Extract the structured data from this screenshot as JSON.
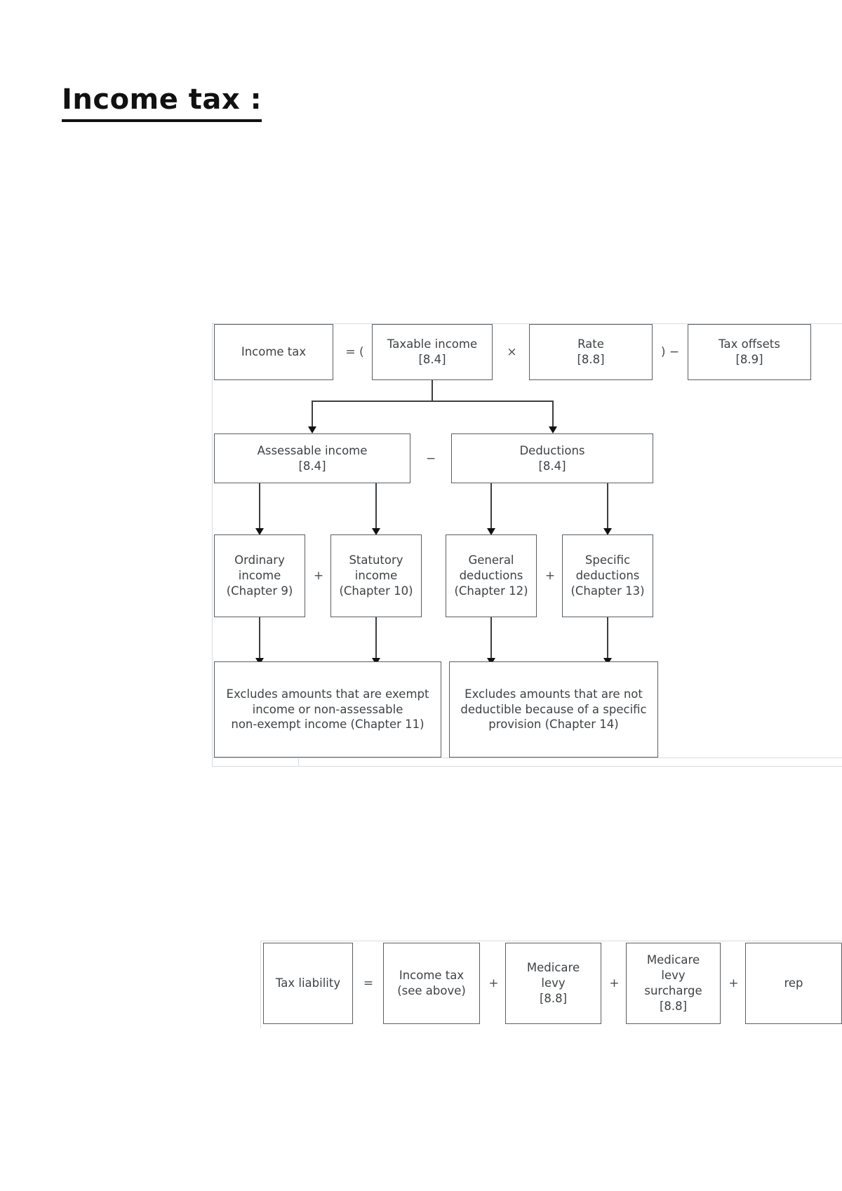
{
  "page": {
    "title": "Income tax :"
  },
  "diagram_income_tax": {
    "formula_row": {
      "income_tax": "Income tax",
      "op_equals_open": "= (",
      "taxable_income": "Taxable income\n[8.4]",
      "taxable_income_line1": "Taxable income",
      "taxable_income_line2": "[8.4]",
      "op_times": "×",
      "rate_line1": "Rate",
      "rate_line2": "[8.8]",
      "op_close_minus": ") −",
      "tax_offsets_line1": "Tax offsets",
      "tax_offsets_line2": "[8.9]"
    },
    "row_components": {
      "assessable_income_line1": "Assessable income",
      "assessable_income_line2": "[8.4]",
      "op_minus": "−",
      "deductions_line1": "Deductions",
      "deductions_line2": "[8.4]"
    },
    "row_detail": {
      "ordinary_income_line1": "Ordinary",
      "ordinary_income_line2": "income",
      "ordinary_income_line3": "(Chapter 9)",
      "op_plus_income": "+",
      "statutory_income_line1": "Statutory",
      "statutory_income_line2": "income",
      "statutory_income_line3": "(Chapter 10)",
      "general_deductions_line1": "General",
      "general_deductions_line2": "deductions",
      "general_deductions_line3": "(Chapter 12)",
      "op_plus_deductions": "+",
      "specific_deductions_line1": "Specific",
      "specific_deductions_line2": "deductions",
      "specific_deductions_line3": "(Chapter 13)"
    },
    "row_excludes": {
      "excludes_income_line1": "Excludes amounts that are exempt",
      "excludes_income_line2": "income or non-assessable",
      "excludes_income_line3": "non-exempt income (Chapter 11)",
      "excludes_deductions_line1": "Excludes amounts that are not",
      "excludes_deductions_line2": "deductible because of a specific",
      "excludes_deductions_line3": "provision (Chapter 14)"
    }
  },
  "diagram_tax_liability": {
    "tax_liability": "Tax liability",
    "op_equals": "=",
    "income_tax_line1": "Income tax",
    "income_tax_line2": "(see above)",
    "op_plus_1": "+",
    "medicare_levy_line1": "Medicare",
    "medicare_levy_line2": "levy",
    "medicare_levy_line3": "[8.8]",
    "op_plus_2": "+",
    "medicare_surcharge_line1": "Medicare",
    "medicare_surcharge_line2": "levy",
    "medicare_surcharge_line3": "surcharge",
    "medicare_surcharge_line4": "[8.8]",
    "op_plus_3": "+",
    "repayment_line1": "rep"
  },
  "colors": {
    "box_border": "#5a5f63",
    "text": "#3e4245",
    "connector": "#3b3f42",
    "title": "#111111",
    "frame_line": "#d9dbdd"
  }
}
